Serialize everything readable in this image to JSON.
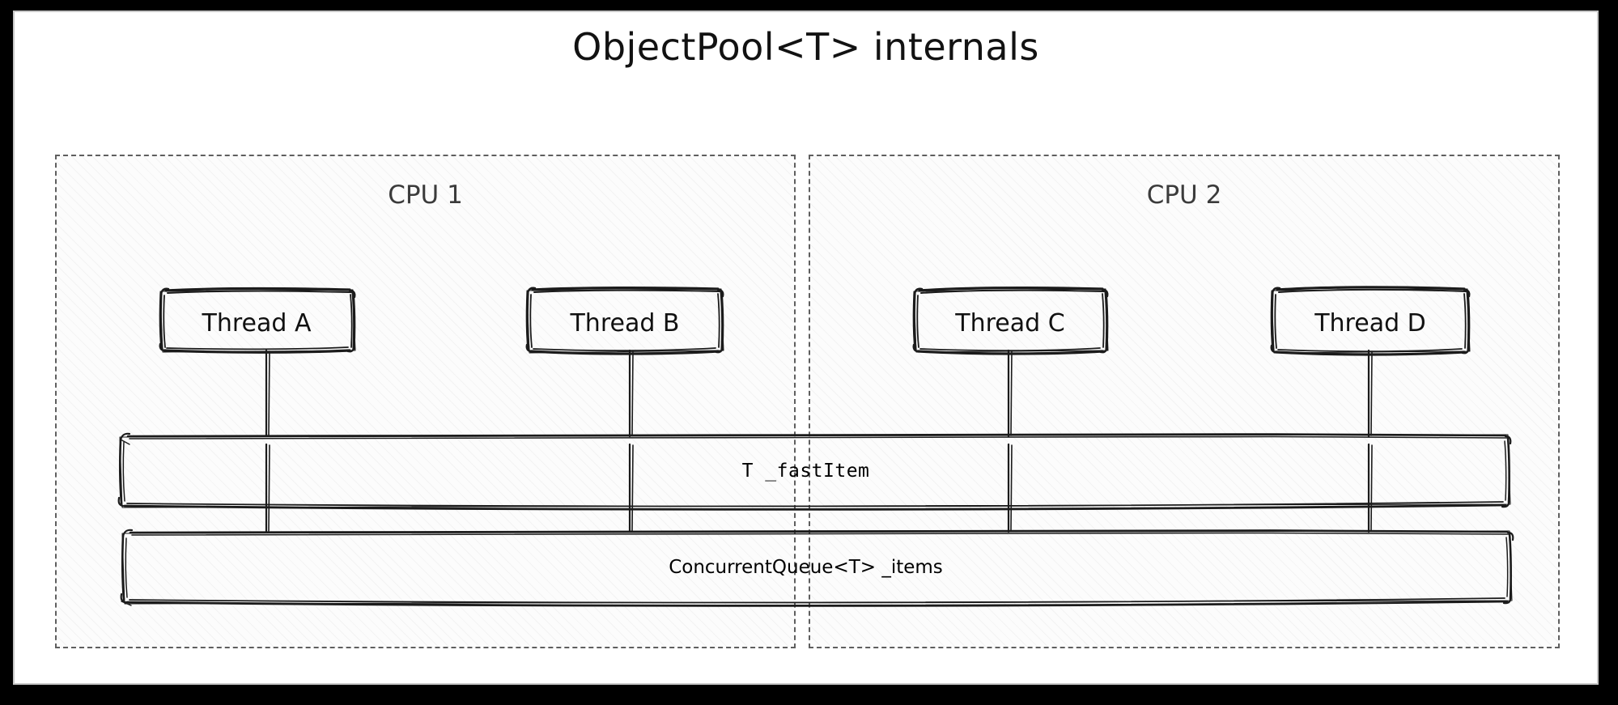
{
  "title": "ObjectPool<T> internals",
  "theme": {
    "page_background": "#ffffff",
    "outer_frame": "#000000",
    "inner_frame": "#c8c8c8",
    "stroke": "#1b1b1b",
    "group_border": "#5f5f5f",
    "group_fill": "#fcfcfc",
    "title_color": "#121212",
    "group_label_color": "#3b3b3b"
  },
  "groups": [
    {
      "id": "cpu-1",
      "label": "CPU 1"
    },
    {
      "id": "cpu-2",
      "label": "CPU 2"
    }
  ],
  "threads": [
    {
      "id": "thread-a",
      "label": "Thread A",
      "group": "cpu-1"
    },
    {
      "id": "thread-b",
      "label": "Thread B",
      "group": "cpu-1"
    },
    {
      "id": "thread-c",
      "label": "Thread C",
      "group": "cpu-2"
    },
    {
      "id": "thread-d",
      "label": "Thread D",
      "group": "cpu-2"
    }
  ],
  "bars": [
    {
      "id": "fast-item-bar",
      "label": "T _fastItem",
      "font": "mono"
    },
    {
      "id": "items-queue-bar",
      "label": "ConcurrentQueue<T> _items",
      "font": "hand"
    }
  ],
  "connectors": [
    {
      "from": "thread-a",
      "to": "fast-item-bar"
    },
    {
      "from": "thread-b",
      "to": "fast-item-bar"
    },
    {
      "from": "thread-c",
      "to": "fast-item-bar"
    },
    {
      "from": "thread-d",
      "to": "fast-item-bar"
    },
    {
      "from": "fast-item-bar",
      "to": "items-queue-bar"
    }
  ]
}
